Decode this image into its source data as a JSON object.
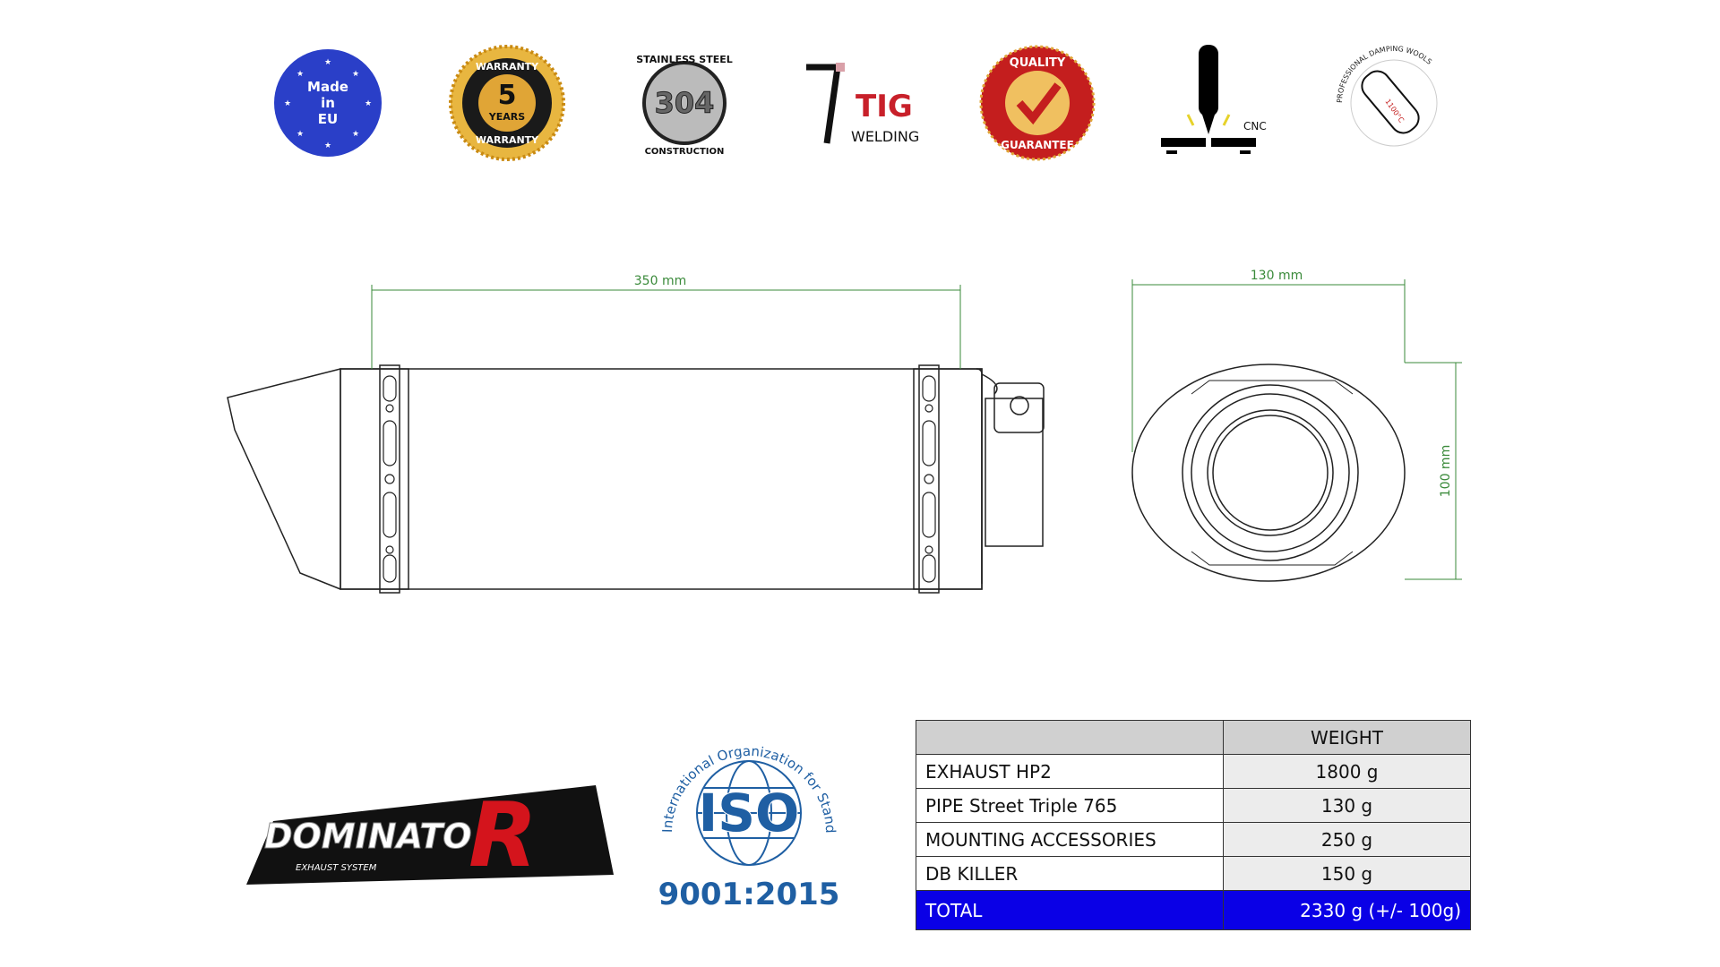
{
  "badges": [
    {
      "name": "made-in-eu",
      "lines": [
        "Made",
        "in",
        "EU"
      ],
      "color": "#2a3fc8"
    },
    {
      "name": "warranty",
      "top": "WARRANTY",
      "number": "5",
      "years": "YEARS",
      "bottom": "WARRANTY",
      "color": "#d9a11e"
    },
    {
      "name": "stainless-steel",
      "top": "STAINLESS STEEL",
      "number": "304",
      "bottom": "CONSTRUCTION"
    },
    {
      "name": "tig-welding",
      "title": "TIG",
      "subtitle": "WELDING",
      "color": "#c8202a"
    },
    {
      "name": "quality-guarantee",
      "top": "QUALITY",
      "bottom": "GUARANTEE",
      "color": "#c41e1e"
    },
    {
      "name": "cnc",
      "label": "CNC"
    },
    {
      "name": "damping-wools",
      "ring_text": "PROFESSIONAL DAMPING WOOLS",
      "temp": "1100°C"
    }
  ],
  "drawing": {
    "length_label": "350 mm",
    "width_label": "130 mm",
    "height_label": "100 mm",
    "dim_color": "#3a8a3a"
  },
  "logo": {
    "brand": "DOMINATO",
    "brand_r": "R",
    "tagline": "EXHAUST SYSTEM"
  },
  "iso": {
    "ring_text": "International Organization for Standardization",
    "acronym": "ISO",
    "standard": "9001:2015"
  },
  "weights": {
    "header": "WEIGHT",
    "rows": [
      {
        "item": "EXHAUST HP2",
        "value": "1800  g"
      },
      {
        "item": "PIPE Street Triple 765",
        "value": "130  g"
      },
      {
        "item": "MOUNTING ACCESSORIES",
        "value": "250  g"
      },
      {
        "item": "DB KILLER",
        "value": "150  g"
      }
    ],
    "total": {
      "item": "TOTAL",
      "value": "2330  g (+/- 100g)"
    },
    "total_color": "#0a00e6"
  }
}
